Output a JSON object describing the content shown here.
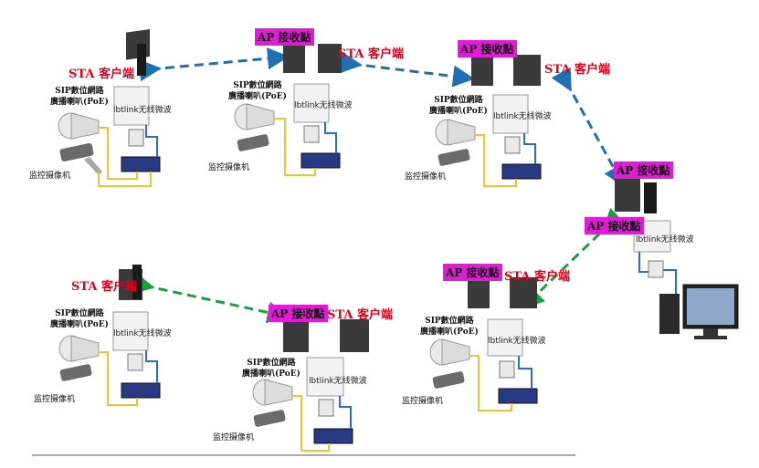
{
  "labels": {
    "sta": "STA 客户端",
    "ap": "AP 接收點",
    "sip_line1": "SIP數位網路",
    "sip_line2": "廣播喇叭(PoE)",
    "camera": "监控摄像机",
    "device": "lbtlink无线微波"
  },
  "colors": {
    "sta_text": "#e0001b",
    "ap_highlight": "#e21bd6",
    "link_blue": "#1f6fb5",
    "link_green": "#19a03a",
    "cable_yellow": "#f2c230",
    "cable_blue": "#2a6bd8",
    "device_box": "#f2f2f2"
  }
}
